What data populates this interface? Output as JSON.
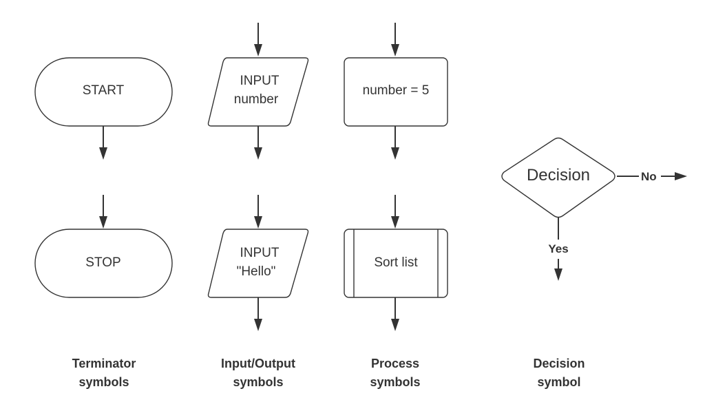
{
  "colors": {
    "stroke": "#333333",
    "fill": "#ffffff",
    "background": "#ffffff"
  },
  "shapes": {
    "start": "START",
    "stop": "STOP",
    "input_number_line1": "INPUT",
    "input_number_line2": "number",
    "input_hello_line1": "INPUT",
    "input_hello_line2": "\"Hello\"",
    "process_assign": "number = 5",
    "process_sort": "Sort list",
    "decision": "Decision"
  },
  "branches": {
    "no": "No",
    "yes": "Yes"
  },
  "captions": {
    "terminator_line1": "Terminator",
    "terminator_line2": "symbols",
    "io_line1": "Input/Output",
    "io_line2": "symbols",
    "process_line1": "Process",
    "process_line2": "symbols",
    "decision_line1": "Decision",
    "decision_line2": "symbol"
  }
}
